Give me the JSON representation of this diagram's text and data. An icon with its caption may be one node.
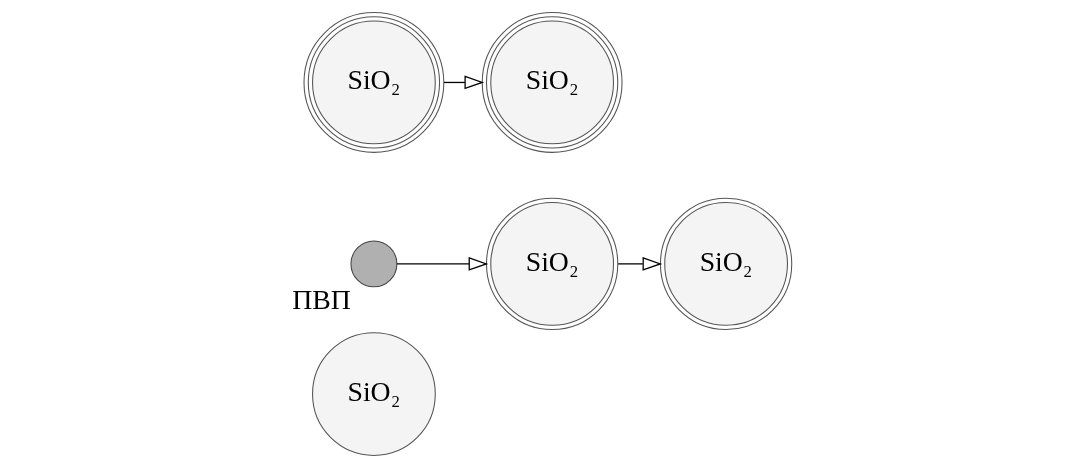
{
  "diagram": {
    "nodes": [
      {
        "text": [
          "SiO₂"
        ]
      },
      {
        "text": [],
        "shape": "circle",
        "beside": [
          "ПВП"
        ]
      },
      {
        "text": [
          "SiO₂"
        ]
      },
      {
        "text": [
          "SiO₂"
        ]
      },
      {
        "text": [
          "SiO₂"
        ]
      },
      {
        "text": [
          "SiO₂"
        ]
      }
    ],
    "edges": [
      {
        "from": 1,
        "to": 2,
        "arrow": "to"
      },
      {
        "from": 2,
        "to": 3,
        "arrow": "to"
      },
      {
        "from": 4,
        "to": 5,
        "arrow": "to"
      }
    ]
  }
}
